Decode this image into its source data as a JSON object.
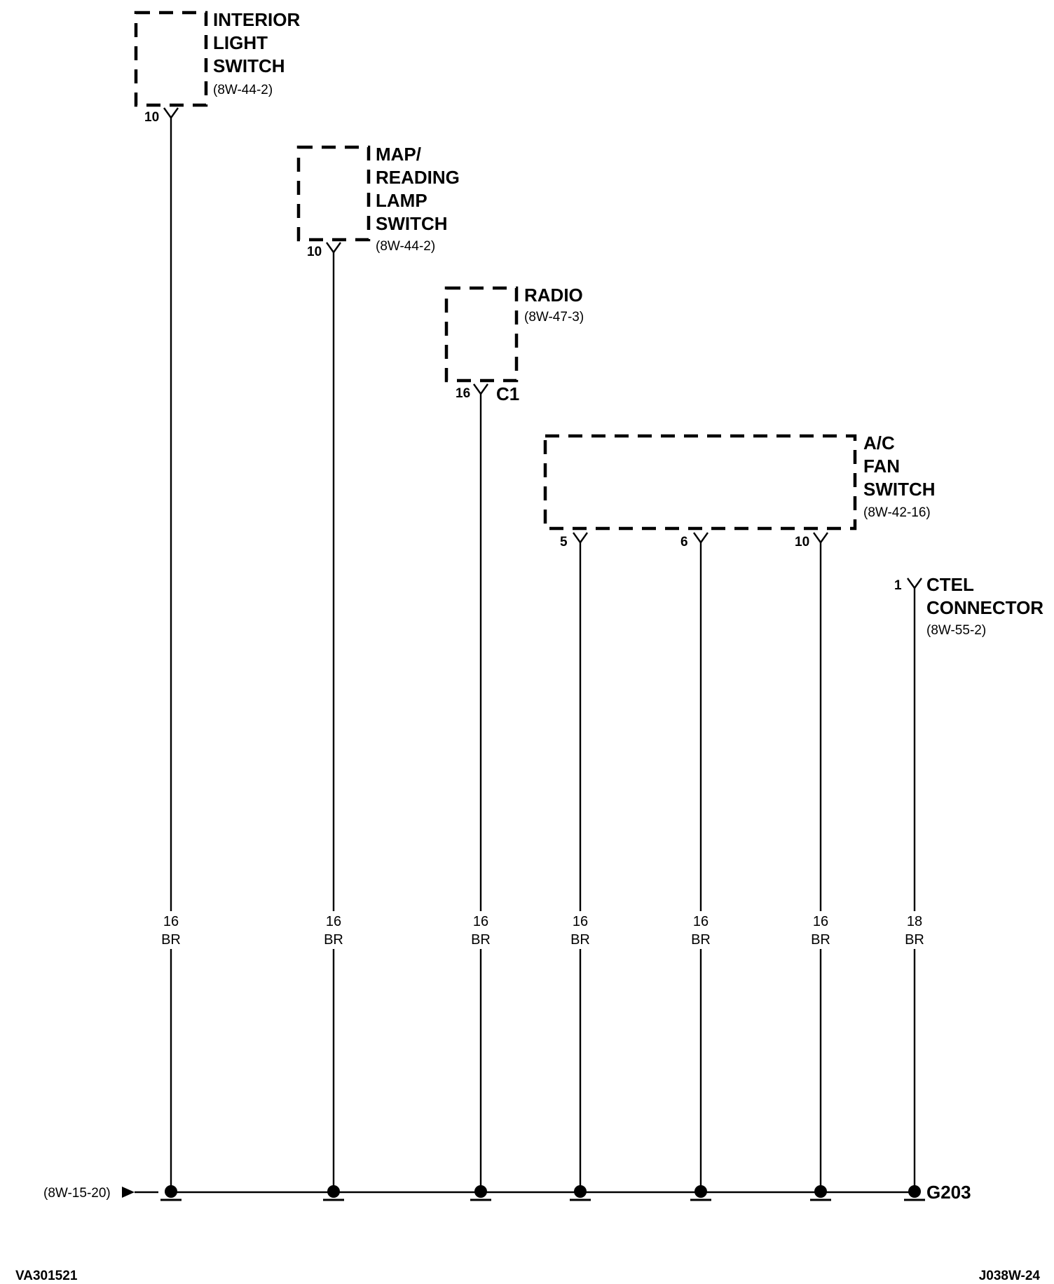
{
  "components": {
    "interior_light_switch": {
      "name_lines": [
        "INTERIOR",
        "LIGHT",
        "SWITCH"
      ],
      "ref": "(8W-44-2)",
      "pin": "10"
    },
    "map_reading_lamp_switch": {
      "name_lines": [
        "MAP/",
        "READING",
        "LAMP",
        "SWITCH"
      ],
      "ref": "(8W-44-2)",
      "pin": "10"
    },
    "radio": {
      "name_lines": [
        "RADIO"
      ],
      "ref": "(8W-47-3)",
      "pin": "16",
      "connector": "C1"
    },
    "ac_fan_switch": {
      "name_lines": [
        "A/C",
        "FAN",
        "SWITCH"
      ],
      "ref": "(8W-42-16)",
      "pins": [
        "5",
        "6",
        "10"
      ]
    },
    "ctel_connector": {
      "name_lines": [
        "CTEL",
        "CONNECTOR"
      ],
      "ref": "(8W-55-2)",
      "pin": "1"
    }
  },
  "wires": [
    {
      "gauge": "16",
      "color": "BR"
    },
    {
      "gauge": "16",
      "color": "BR"
    },
    {
      "gauge": "16",
      "color": "BR"
    },
    {
      "gauge": "16",
      "color": "BR"
    },
    {
      "gauge": "16",
      "color": "BR"
    },
    {
      "gauge": "16",
      "color": "BR"
    },
    {
      "gauge": "18",
      "color": "BR"
    }
  ],
  "ground": {
    "name": "G203",
    "continuation_ref": "(8W-15-20)"
  },
  "footer": {
    "left_code": "VA301521",
    "right_code": "J038W-24"
  }
}
